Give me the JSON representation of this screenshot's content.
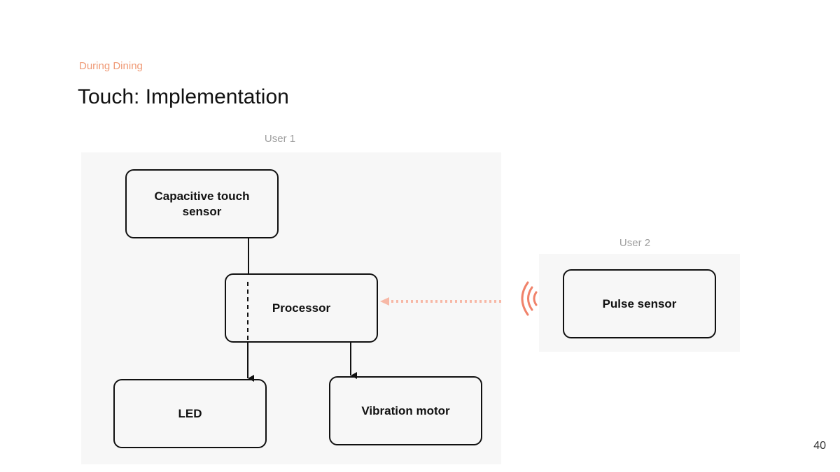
{
  "header": {
    "eyebrow": "During Dining",
    "title": "Touch: Implementation"
  },
  "groups": {
    "user1": {
      "label": "User 1"
    },
    "user2": {
      "label": "User 2"
    }
  },
  "nodes": {
    "touch_sensor": "Capacitive touch sensor",
    "processor": "Processor",
    "led": "LED",
    "vibration_motor": "Vibration motor",
    "pulse_sensor": "Pulse sensor"
  },
  "colors": {
    "accent": "#ef9a76",
    "signal": "#f0826a",
    "panel": "#f7f7f7",
    "stroke": "#111111"
  },
  "footer": {
    "page_number": "40"
  }
}
